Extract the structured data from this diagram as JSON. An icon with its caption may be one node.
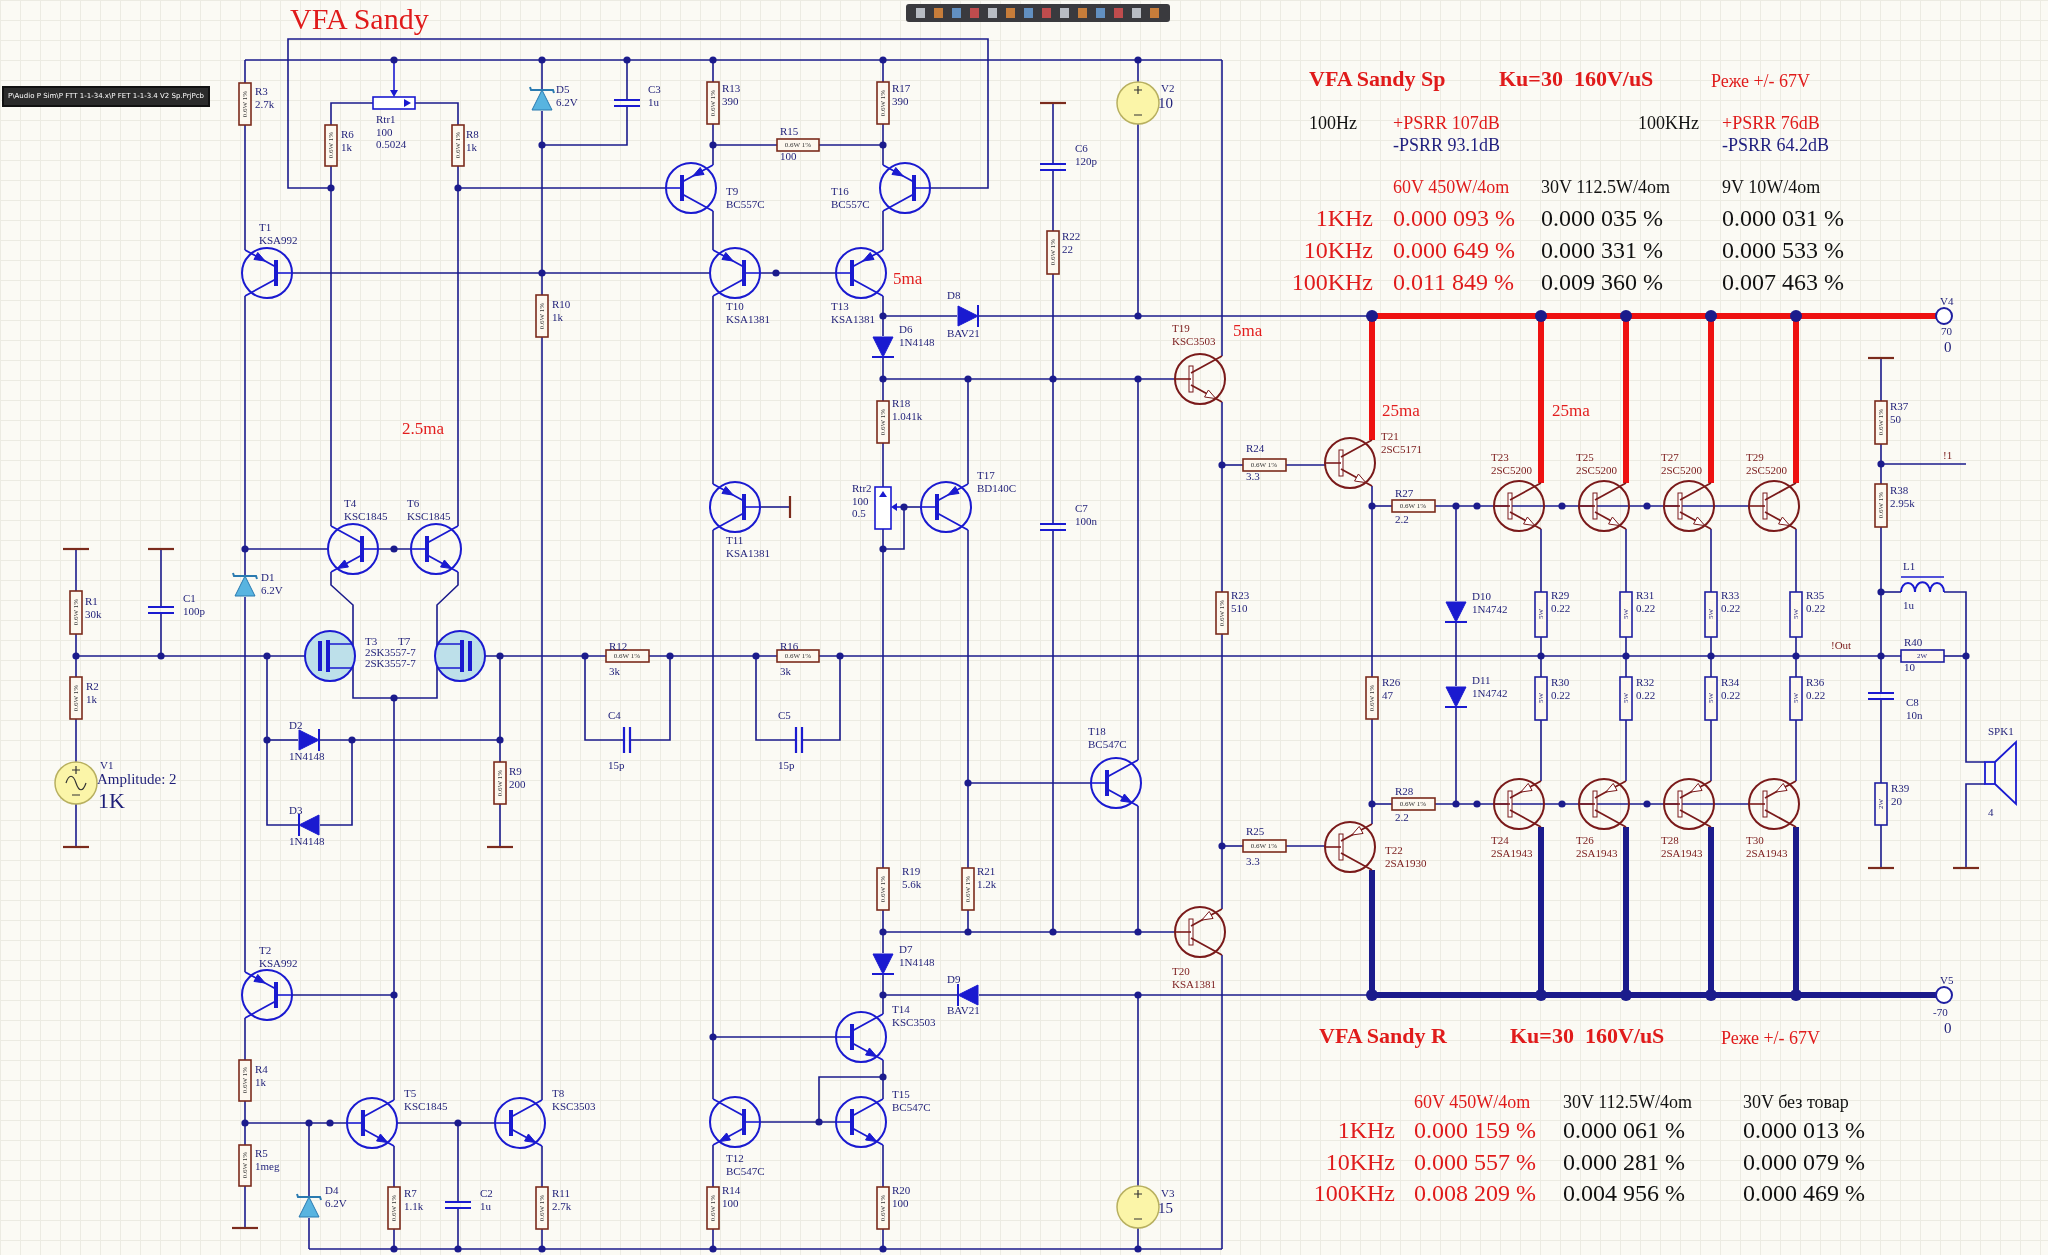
{
  "diagram": {
    "title": "VFA Sandy",
    "labels": [
      "P\\Audio P Sim\\P FTT 1-1-34.x\\P FET 1-1-3.4 V2 Sp.PrjPcb",
      "R3",
      "2.7k",
      "0.6W 1%",
      "Rtr1",
      "100",
      "0.5024",
      "R6",
      "1k",
      "0.6W 1%",
      "R8",
      "1k",
      "0.6W 1%",
      "D5",
      "6.2V",
      "C3",
      "1u",
      "R13",
      "390",
      "0.6W 1%",
      "R17",
      "390",
      "0.6W 1%",
      "R15",
      "0.6W 1%",
      "100",
      "T9",
      "BC557C",
      "T16",
      "BC557C",
      "C6",
      "120p",
      "R22",
      "22",
      "0.6W 1%",
      "V2",
      "10",
      "T1",
      "KSA992",
      "R10",
      "1k",
      "0.6W 1%",
      "T10",
      "KSA1381",
      "T13",
      "KSA1381",
      "5ma",
      "D8",
      "BAV21",
      "D6",
      "1N4148",
      "T19",
      "KSC3503",
      "5ma",
      "R18",
      "1.041k",
      "0.6W 1%",
      "Rtr2",
      "100",
      "0.5",
      "T17",
      "BD140C",
      "T11",
      "KSA1381",
      "C7",
      "100n",
      "R24",
      "0.6W 1%",
      "3.3",
      "R23",
      "510",
      "0.6W 1%",
      "2.5ma",
      "T4",
      "KSC1845",
      "T6",
      "KSC1845",
      "D1",
      "6.2V",
      "R1",
      "30k",
      "0.6W 1%",
      "C1",
      "100p",
      "T3",
      "T7",
      "2SK3557-7",
      "2SK3557-7",
      "R2",
      "1k",
      "0.6W 1%",
      "V1",
      "Amplitude: 2",
      "1K",
      "D2",
      "1N4148",
      "D3",
      "1N4148",
      "R9",
      "200",
      "0.6W 1%",
      "R12",
      "0.6W 1%",
      "3k",
      "C4",
      "15p",
      "R16",
      "0.6W 1%",
      "3k",
      "C5",
      "15p",
      "T18",
      "BC547C",
      "R19",
      "5.6k",
      "0.6W 1%",
      "R21",
      "1.2k",
      "0.6W 1%",
      "R25",
      "0.6W 1%",
      "3.3",
      "T20",
      "KSA1381",
      "T2",
      "KSA992",
      "D7",
      "1N4148",
      "D9",
      "T14",
      "KSC3503",
      "BAV21",
      "T15",
      "BC547C",
      "T12",
      "BC547C",
      "R4",
      "1k",
      "0.6W 1%",
      "R5",
      "1meg",
      "0.6W 1%",
      "T5",
      "KSC1845",
      "T8",
      "KSC3503",
      "D4",
      "6.2V",
      "R7",
      "1.1k",
      "0.6W 1%",
      "C2",
      "1u",
      "R11",
      "2.7k",
      "0.6W 1%",
      "R14",
      "100",
      "0.6W 1%",
      "R20",
      "100",
      "0.6W 1%",
      "V3",
      "15",
      "VFA Sandy Sp",
      "Ku=30  160V/uS",
      "Реже +/- 67V",
      "100Hz",
      "+PSRR 107dB",
      "-PSRR 93.1dB",
      "100KHz",
      "+PSRR 76dB",
      "-PSRR 64.2dB",
      "60V 450W/4om",
      "30V 112.5W/4om",
      "9V 10W/4om",
      "1KHz",
      "0.000 093 %",
      "0.000 035 %",
      "0.000 031 %",
      "10KHz",
      "0.000 649 %",
      "0.000 331 %",
      "0.000 533 %",
      "100KHz",
      "0.011 849 %",
      "0.009 360 %",
      "0.007 463 %",
      "V4",
      "70",
      "0",
      "25ma",
      "25ma",
      "T21",
      "2SC5171",
      "T23",
      "2SC5200",
      "T25",
      "2SC5200",
      "T27",
      "2SC5200",
      "T29",
      "2SC5200",
      "R27",
      "0.6W 1%",
      "2.2",
      "R37",
      "50",
      "0.6W 1%",
      "!1",
      "R38",
      "2.95k",
      "0.6W 1%",
      "L1",
      "1u",
      "D10",
      "1N4742",
      "R29",
      "0.22",
      "5W",
      "R31",
      "0.22",
      "5W",
      "R33",
      "0.22",
      "5W",
      "R35",
      "0.22",
      "5W",
      "!Out",
      "R40",
      "2W",
      "10",
      "R26",
      "47",
      "0.6W 1%",
      "D11",
      "1N4742",
      "R30",
      "0.22",
      "5W",
      "R32",
      "0.22",
      "5W",
      "R34",
      "0.22",
      "5W",
      "R36",
      "0.22",
      "5W",
      "C8",
      "10n",
      "SPK1",
      "4",
      "R39",
      "20",
      "2W",
      "R28",
      "0.6W 1%",
      "2.2",
      "T22",
      "2SA1930",
      "T24",
      "2SA1943",
      "T26",
      "2SA1943",
      "T28",
      "2SA1943",
      "T30",
      "2SA1943",
      "V5",
      "-70",
      "0",
      "VFA Sandy R",
      "Ku=30  160V/uS",
      "Реже +/- 67V",
      "60V 450W/4om",
      "30V 112.5W/4om",
      "30V без товар",
      "1KHz",
      "0.000 159 %",
      "0.000 061 %",
      "0.000 013 %",
      "10KHz",
      "0.000 557 %",
      "0.000 281 %",
      "0.000 079 %",
      "100KHz",
      "0.008 209 %",
      "0.004 956 %",
      "0.000 469 %"
    ]
  }
}
